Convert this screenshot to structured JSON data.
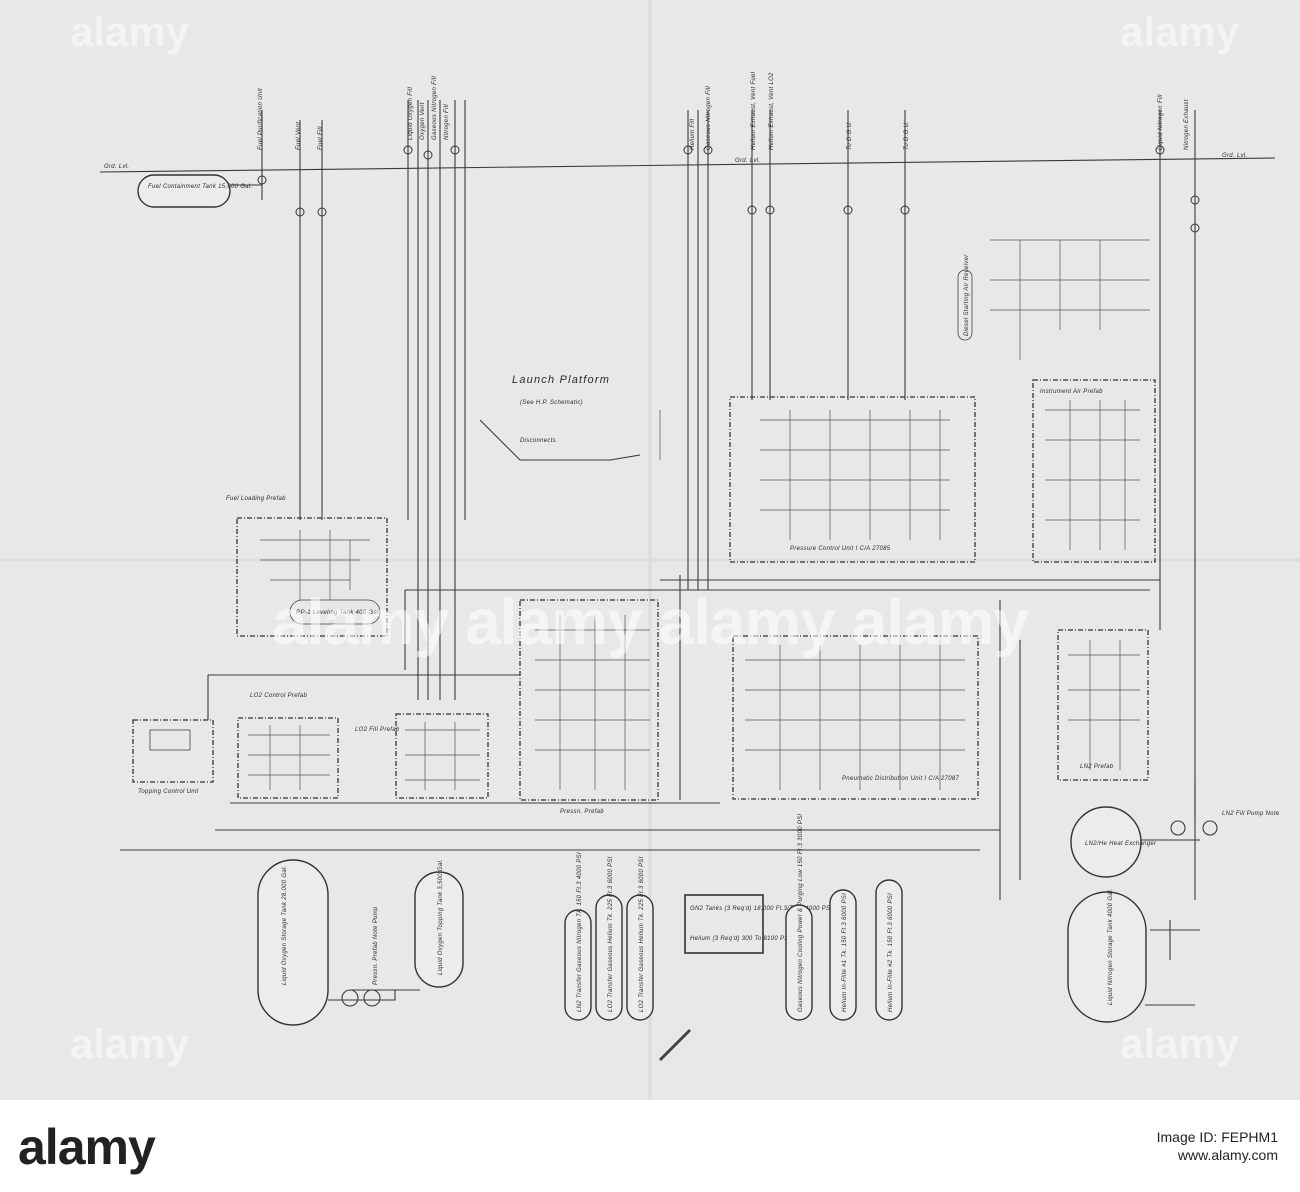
{
  "title": "Launch Platform",
  "subtitle": "(See H.P. Schematic)",
  "labels": {
    "fuel_containment_tank": "Fuel Containment Tank 15,000 Gal.",
    "fuel_purification_unit": "Fuel Purification Unit",
    "fuel_vent": "Fuel Vent",
    "fuel_fill": "Fuel Fill",
    "liquid_oxygen_fill": "Liquid Oxygen Fill",
    "oxygen_vent": "Oxygen Vent",
    "gaseous_nitrogen_fill": "Gaseous Nitrogen Fill",
    "nitrogen_fill": "Nitrogen Fill",
    "helium_fill": "Helium Fill",
    "gaseous_nitrogen_fill_2": "Gaseous Nitrogen Fill",
    "helium_exhaust_fuel": "Helium Exhaust, Vent Fuel",
    "helium_exhaust_lox": "Helium Exhaust, Vent LO2",
    "to_dgu_1": "To D.G.U.",
    "to_dgu_2": "To D.G.U.",
    "liquid_nitrogen_fill": "Liquid Nitrogen Fill",
    "nitrogen_exhaust": "Nitrogen Exhaust",
    "ground_level_left": "Grd. Lvl.",
    "ground_level_mid": "Grd. Lvl.",
    "ground_level_right": "Grd. Lvl.",
    "disconnects": "Disconnects",
    "fuel_loading_prefab": "Fuel Loading Prefab",
    "rp1_leveling_tank": "RP-1 Leveling Tank 400 Gal.",
    "pressure_control_unit": "Pressure Control Unit I C/A 27085",
    "instrument_air_prefab": "Instrument Air Prefab",
    "diesel_starting_air_receiver": "Diesel Starting Air Receiver",
    "topping_control_unit": "Topping Control Unit",
    "lo2_control_prefab": "LO2 Control Prefab",
    "lo2_fill_prefab": "LO2 Fill Prefab",
    "pressn_prefab": "Pressn. Prefab",
    "pneumatic_distribution_unit": "Pneumatic Distribution Unit I C/A 27087",
    "ln2_prefab": "LN2 Prefab",
    "ln2_he_heat_exchanger": "LN2/He Heat Exchanger",
    "liquid_oxygen_storage_tank": "Liquid Oxygen Storage Tank 28,000 Gal.",
    "liquid_oxygen_topping_tank": "Liquid Oxygen Topping Tank 3,500 Gal.",
    "pressn_prefab_note": "Pressn. Prefab Note Pump",
    "ln2_transfer_gn2": "LN2 Transfer Gaseous Nitrogen Tk. 150 Ft.3 4000 PSI",
    "lo2_transfer_he": "LO2 Transfer Gaseous Helium Tk. 225 Ft.3 6000 PSI",
    "lo2_transfer_he_2": "LO2 Transfer Gaseous Helium Tk. 225 Ft.3 6000 PSI",
    "gn2_tanks": "GN2 Tanks (3 Req'd) 18,000 Ft.3/Tank 4000 PSIG",
    "helium_tank": "Helium (3 Req'd) 300 To 8100 PSI",
    "gaseous_nitrogen_cooling": "Gaseous Nitrogen Cooling Power & Purging Low 150 Ft.3 3000 PSI",
    "helium_in_flight_1": "Helium In-Flite #1 Tk. 150 Ft.3 6000 PSI",
    "helium_in_flight_2": "Helium In-Flite #2 Tk. 150 Ft.3 6000 PSI",
    "liquid_nitrogen_storage_tank": "Liquid Nitrogen Storage Tank 4000 Gal.",
    "ln2_fill_pump": "LN2 Fill Pump Note"
  },
  "watermark": {
    "top_left": "alamy",
    "top_right": "alamy",
    "center": "alamy alamy alamy alamy",
    "bottom_left": "alamy",
    "bottom_right": "alamy"
  },
  "footer": {
    "logo": "alamy",
    "image_id_label": "Image ID: FEPHM1",
    "site": "www.alamy.com"
  },
  "colors": {
    "paper": "#e9e9e9",
    "ink": "#333333",
    "footer_bg": "#ffffff"
  }
}
